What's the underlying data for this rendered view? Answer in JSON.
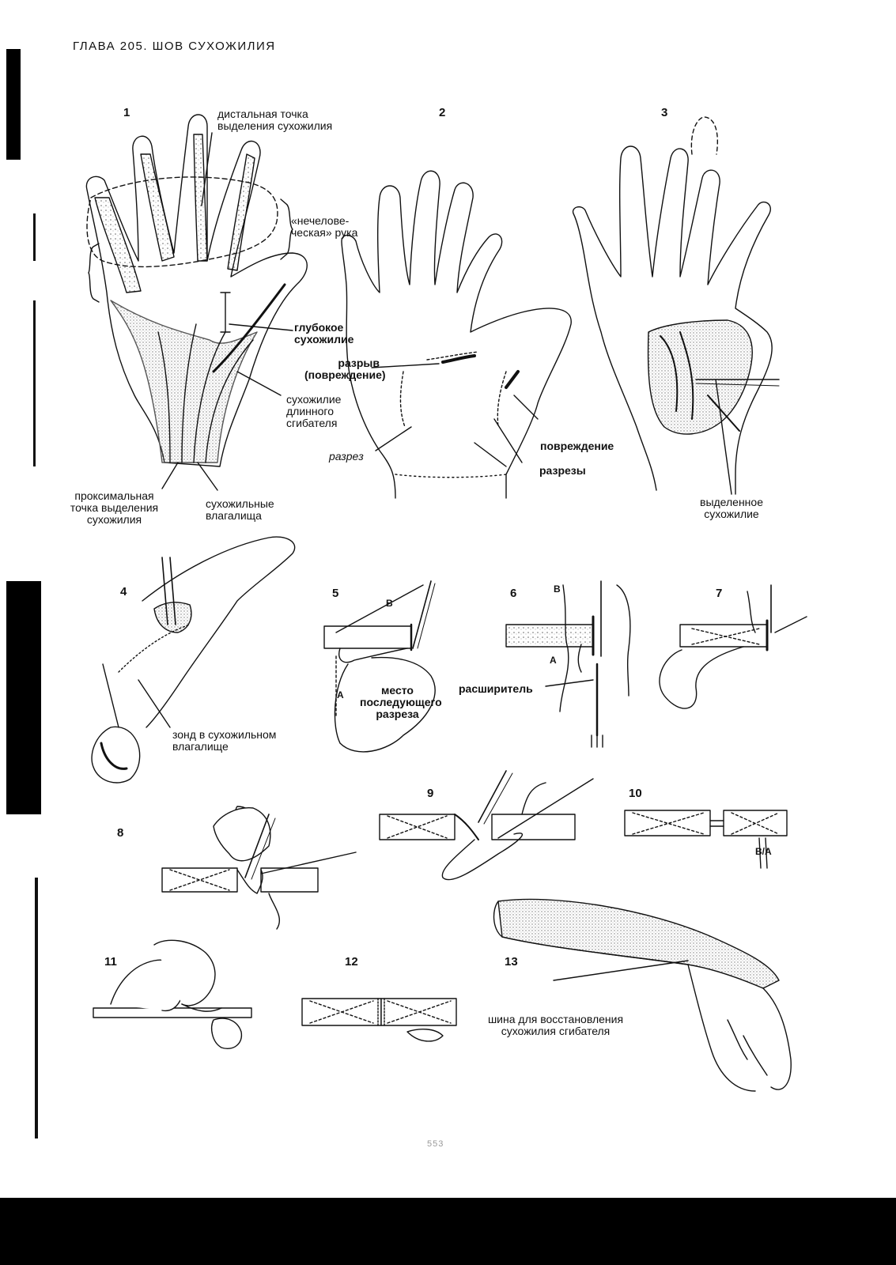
{
  "header": {
    "chapter_title": "ГЛАВА 205. ШОВ СУХОЖИЛИЯ"
  },
  "figures": [
    {
      "number": "1"
    },
    {
      "number": "2"
    },
    {
      "number": "3"
    },
    {
      "number": "4"
    },
    {
      "number": "5"
    },
    {
      "number": "6"
    },
    {
      "number": "7"
    },
    {
      "number": "8"
    },
    {
      "number": "9"
    },
    {
      "number": "10"
    },
    {
      "number": "11"
    },
    {
      "number": "12"
    },
    {
      "number": "13"
    }
  ],
  "labels": {
    "distal_point": "дистальная точка выделения сухожилия",
    "no_mans_hand": "«нечелове-ческая» рука",
    "deep_tendon": "глубокое сухожилие",
    "long_flexor": "сухожилие длинного сгибателя",
    "proximal_point": "проксимальная точка выделения сухожилия",
    "sheaths": "сухожильные влагалища",
    "rupture": "разрыв (повреждение)",
    "incision": "разрез",
    "damage": "повреждение",
    "incisions": "разрезы",
    "isolated_tendon": "выделенное сухожилие",
    "probe": "зонд в сухожильном влагалище",
    "next_cut": "место последующего разреза",
    "dilator": "расширитель",
    "splint": "шина для восстановления сухожилия сгибателя",
    "letter_a": "A",
    "letter_b": "B",
    "letters_ba": "B/A",
    "page_number": "553"
  },
  "colors": {
    "ink": "#111111",
    "shading": "#888888",
    "paper": "#ffffff"
  }
}
